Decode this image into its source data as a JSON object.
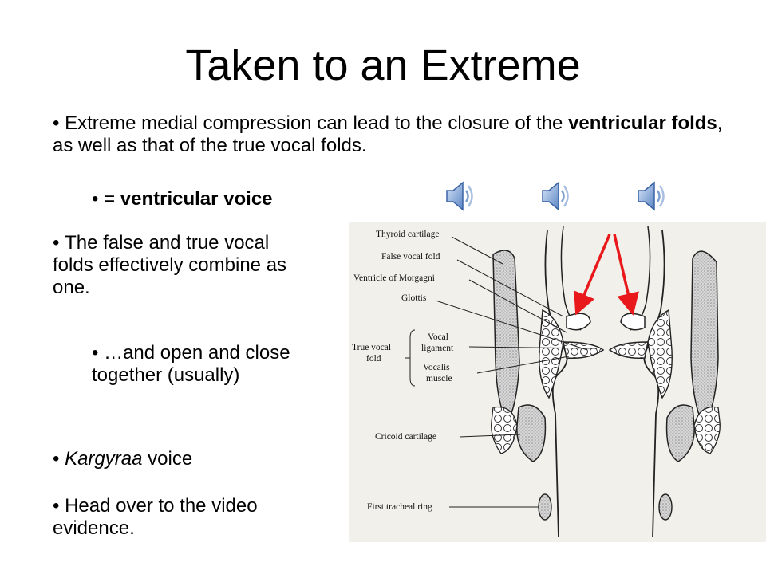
{
  "slide": {
    "title": "Taken to an Extreme",
    "bullets": {
      "b1_pre": "Extreme medial compression can lead to the closure of the ",
      "b1_bold": "ventricular folds",
      "b1_post": ", as well as that of the true vocal folds.",
      "b2_pre": "= ",
      "b2_bold": "ventricular voice",
      "b3": "The false and true vocal folds effectively combine as one.",
      "b4": "…and open and close together (usually)",
      "b5_italic": "Kargyraa",
      "b5_post": " voice",
      "b6": "Head over to the video evidence."
    },
    "audio_icons": [
      "speaker-icon",
      "speaker-icon",
      "speaker-icon"
    ]
  },
  "diagram": {
    "labels": {
      "thyroid": "Thyroid cartilage",
      "false_fold": "False vocal fold",
      "ventricle": "Ventricle of Morgagni",
      "glottis": "Glottis",
      "true_fold_1": "True vocal",
      "true_fold_2": "fold",
      "vocal_lig_1": "Vocal",
      "vocal_lig_2": "ligament",
      "vocalis_1": "Vocalis",
      "vocalis_2": "muscle",
      "cricoid": "Cricoid cartilage",
      "tracheal": "First tracheal ring"
    },
    "colors": {
      "paper": "#f1f0ea",
      "arrow": "#e8181b",
      "ink": "#222222",
      "fill": "#cfcfcf"
    }
  }
}
